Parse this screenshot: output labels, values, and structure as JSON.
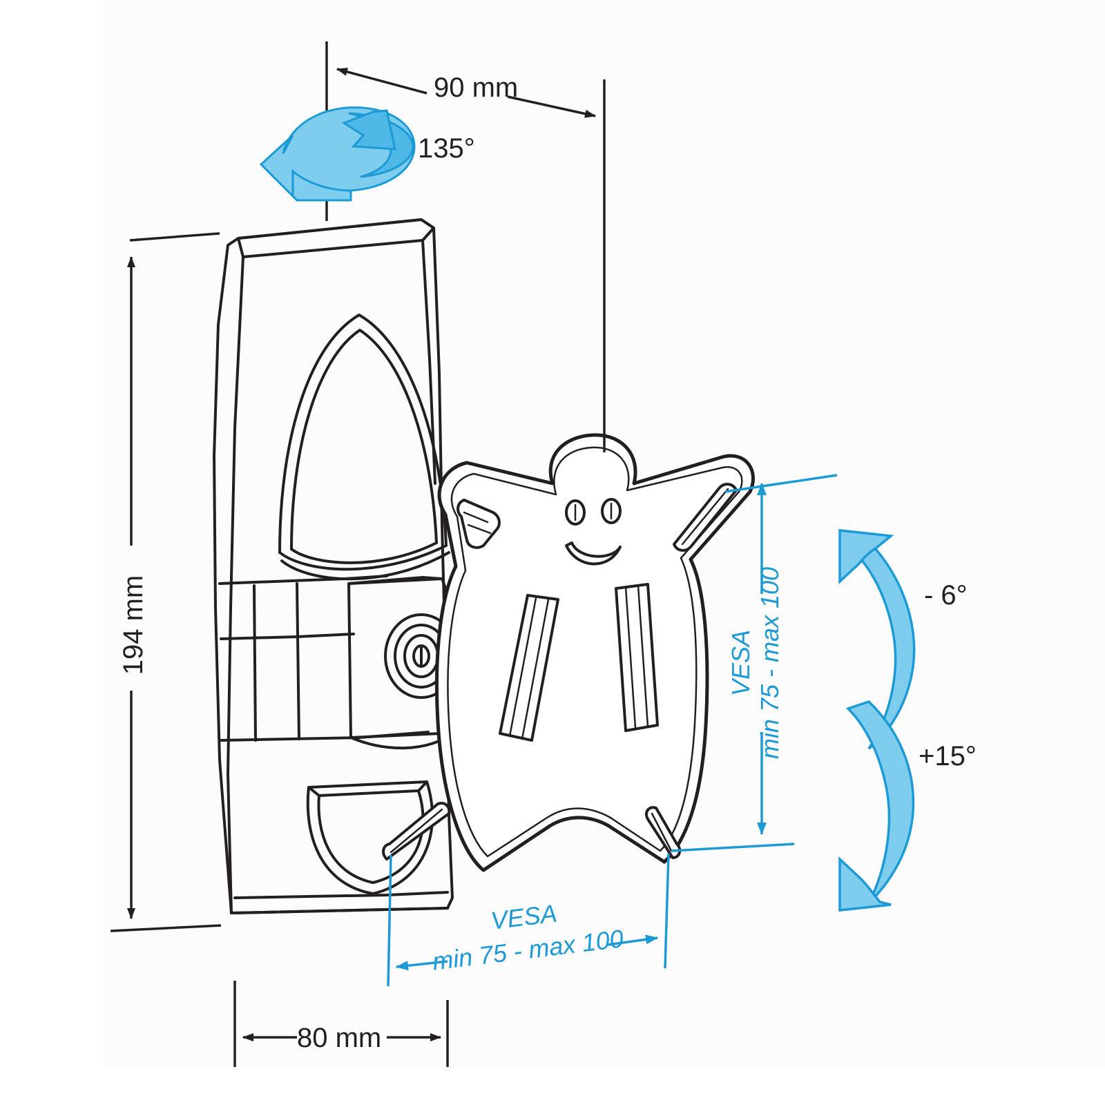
{
  "diagram": {
    "title": "TV wall mount bracket technical drawing",
    "background_color": "#ffffff",
    "content_background": "#fcfcfc",
    "line_color": "#231f20",
    "accent_color": "#1b9ad6",
    "accent_fill_color": "#7fcdee"
  },
  "dimensions": {
    "depth_top": {
      "label": "90 mm",
      "name": "depth-dimension"
    },
    "height_left": {
      "label": "194 mm",
      "name": "height-dimension"
    },
    "width_bottom": {
      "label": "80 mm",
      "name": "width-dimension"
    }
  },
  "motion_annotations": {
    "swivel": {
      "label": "135°",
      "name": "swivel-angle"
    },
    "tilt_up": {
      "label": "- 6°",
      "name": "tilt-up-angle"
    },
    "tilt_down": {
      "label": "+15°",
      "name": "tilt-down-angle"
    }
  },
  "vesa": {
    "vertical": {
      "title": "VESA",
      "range": "min 75 - max 100"
    },
    "horizontal": {
      "title": "VESA",
      "range": "min 75 - max 100"
    }
  },
  "icons": {
    "swivel_arrow": "rotation-arrow-icon",
    "tilt_up_arrow": "tilt-up-arrow-icon",
    "tilt_down_arrow": "tilt-down-arrow-icon",
    "smiley_face": "smiley-face-icon"
  }
}
